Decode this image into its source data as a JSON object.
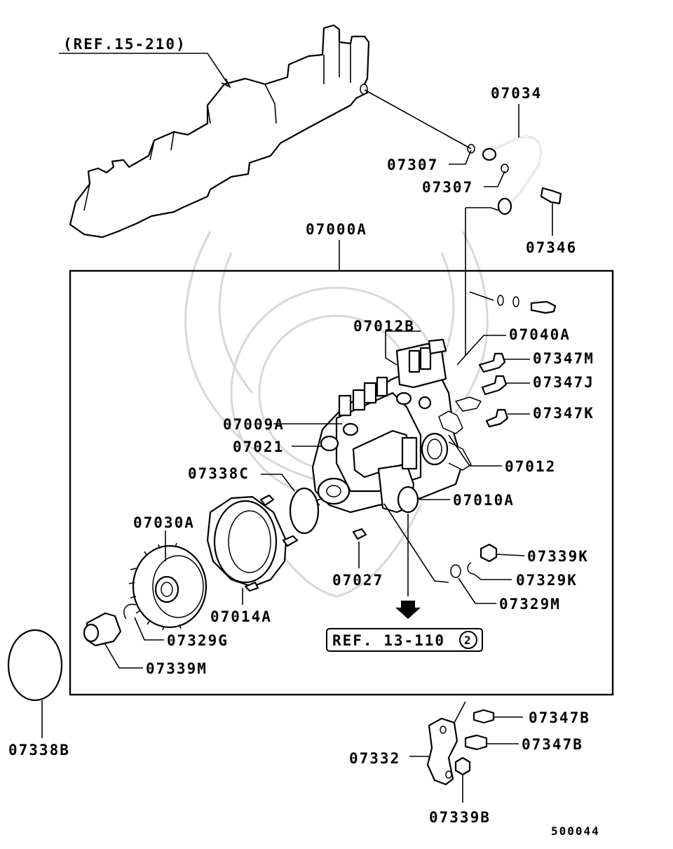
{
  "diagram": {
    "labels": {
      "ref_15_210": "(REF.15-210)",
      "p07034": "07034",
      "p07307a": "07307",
      "p07307b": "07307",
      "p07346": "07346",
      "p07000A": "07000A",
      "p07012B": "07012B",
      "p07040A": "07040A",
      "p07347M": "07347M",
      "p07347J": "07347J",
      "p07347K": "07347K",
      "p07009A": "07009A",
      "p07021": "07021",
      "p07012": "07012",
      "p07338C": "07338C",
      "p07010A": "07010A",
      "p07030A": "07030A",
      "p07339K": "07339K",
      "p07329K": "07329K",
      "p07027": "07027",
      "p07329M": "07329M",
      "p07014A": "07014A",
      "p07329G": "07329G",
      "ref_13_110": "REF. 13-110",
      "ref_13_110_circle": "2",
      "p07339M": "07339M",
      "p07338B": "07338B",
      "p07347Ba": "07347B",
      "p07347Bb": "07347B",
      "p07332": "07332",
      "p07339B": "07339B",
      "diagram_id": "500044"
    }
  }
}
